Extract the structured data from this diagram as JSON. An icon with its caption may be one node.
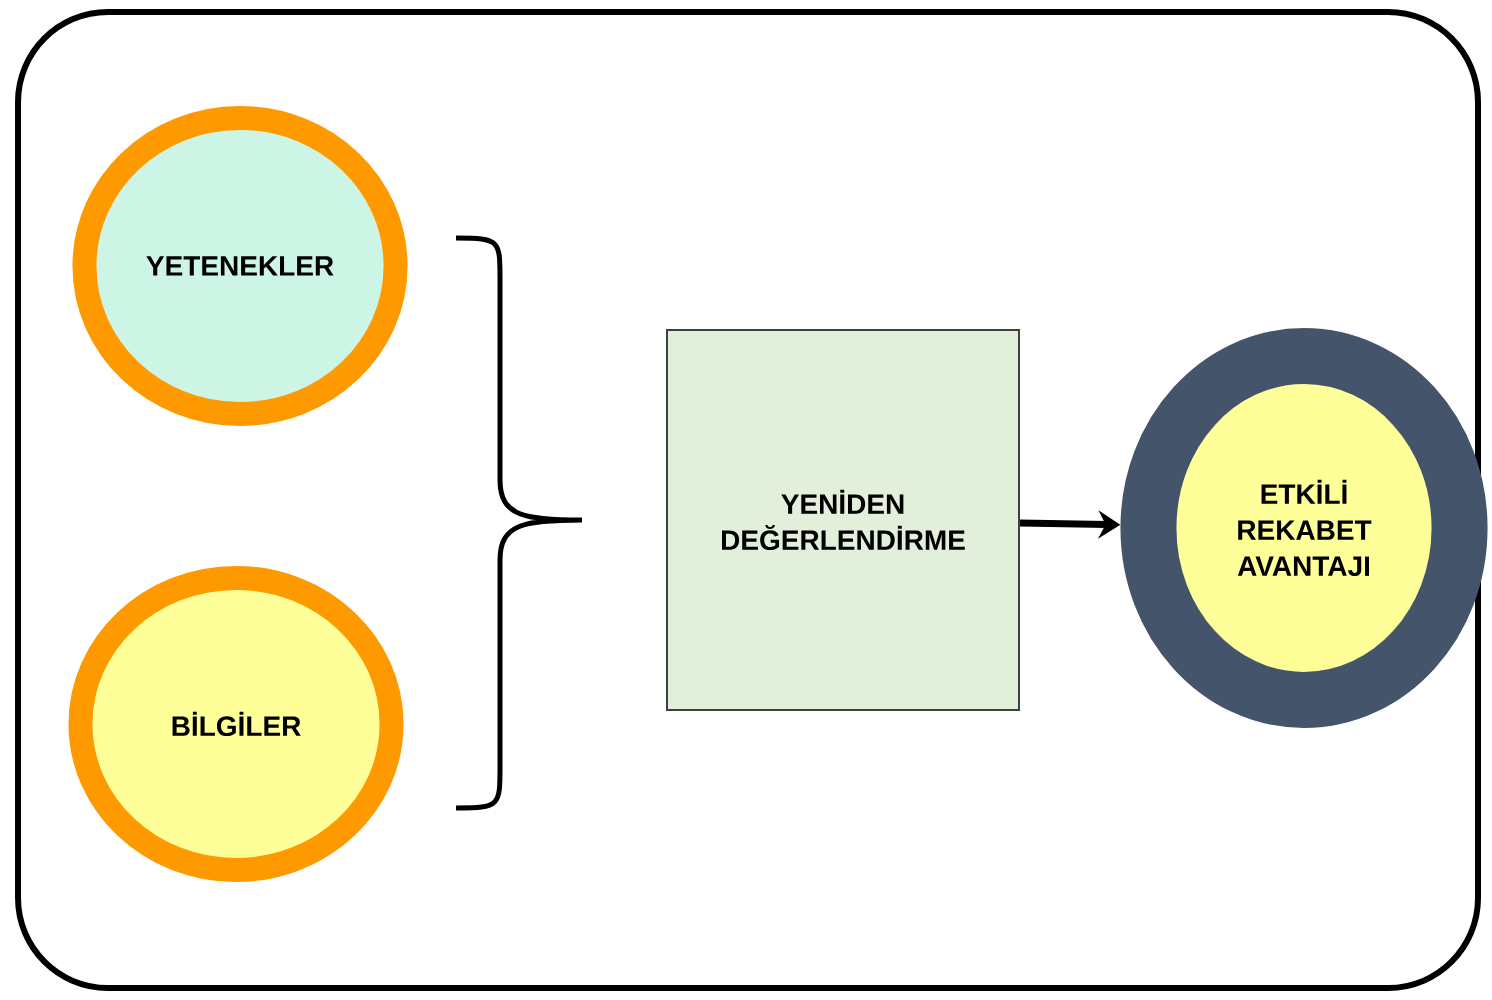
{
  "diagram": {
    "nodes": [
      {
        "text": [],
        "shape": "box"
      },
      {
        "text": [
          "YETENEKLER"
        ],
        "in": 0
      },
      {
        "text": [
          "BİLGİLER"
        ],
        "in": 0
      },
      {
        "text": [
          "YENİDEN DEĞERLENDİRME"
        ],
        "in": 0
      },
      {
        "text": [
          "ETKİLİ REKABET AVANTAJI"
        ],
        "in": 0
      }
    ],
    "edges": [
      {
        "from": 3,
        "to": 4,
        "arrow": "to"
      }
    ]
  }
}
